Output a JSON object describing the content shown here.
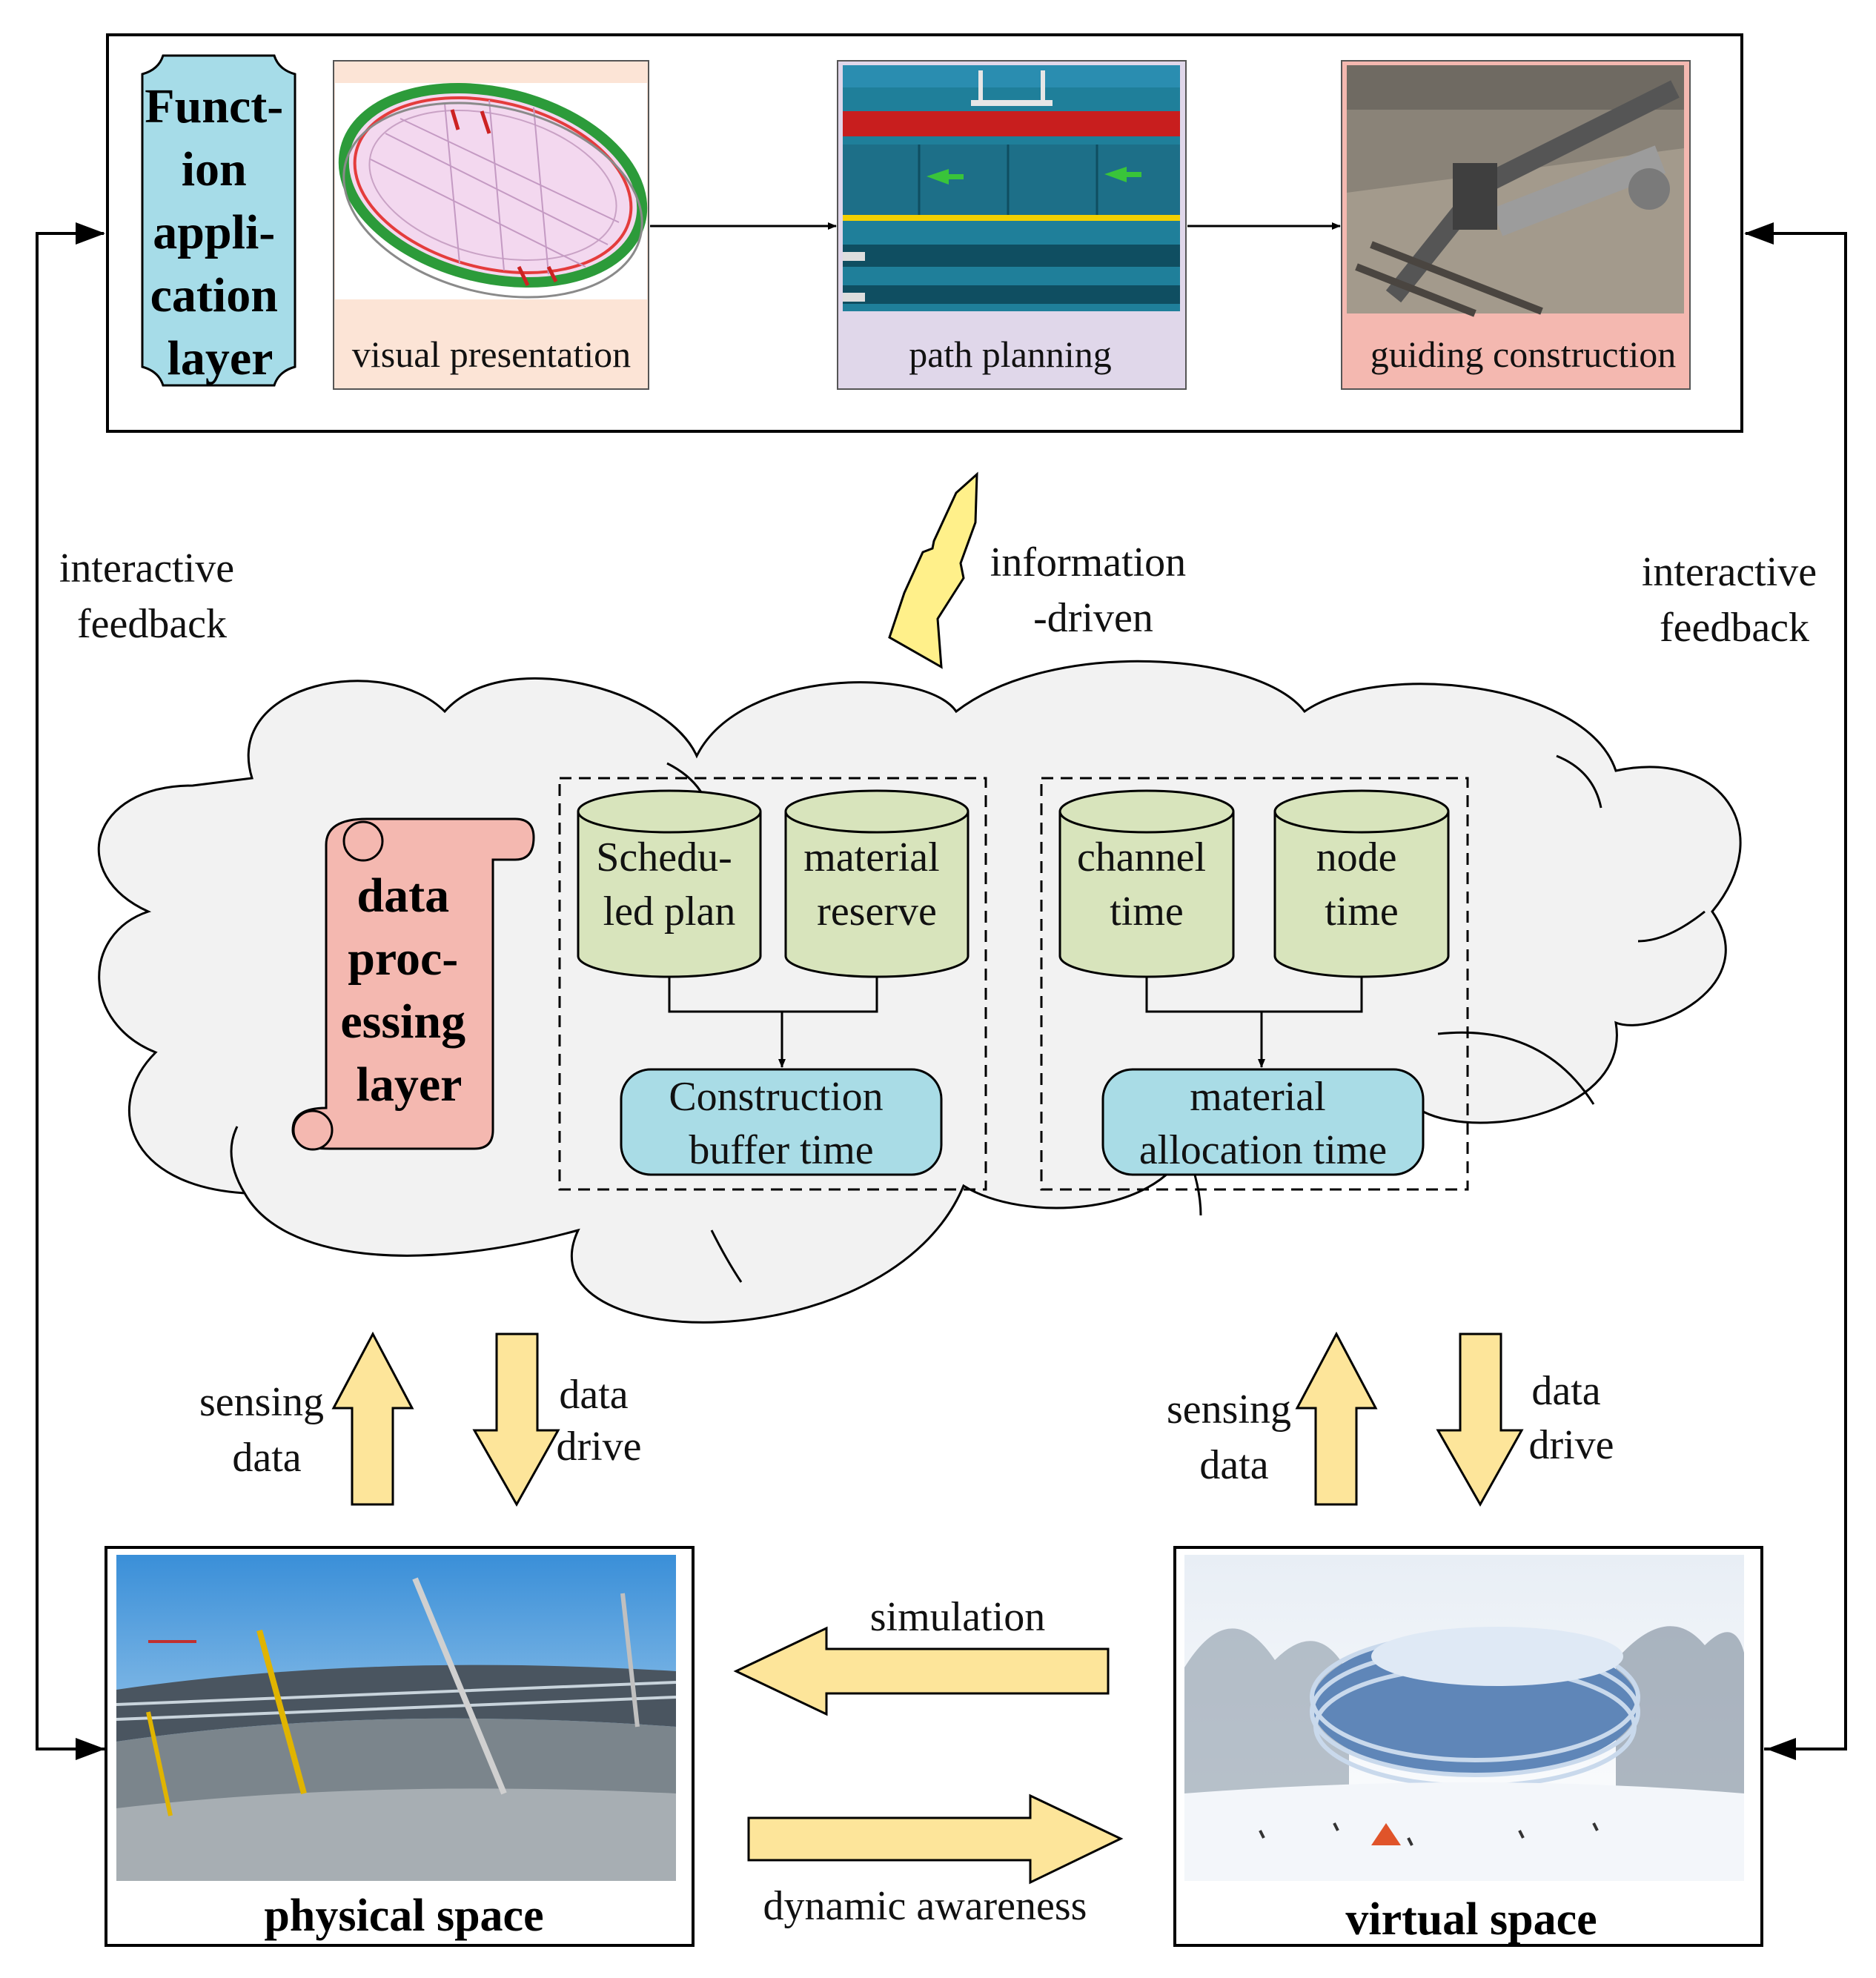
{
  "function_layer": {
    "title_lines": [
      "Funct-",
      "ion",
      "appli-",
      "cation",
      "layer"
    ],
    "panels": [
      {
        "caption": "visual presentation",
        "bg": "#fce4d6"
      },
      {
        "caption": "path planning",
        "bg": "#e0d7ea"
      },
      {
        "caption": "guiding construction",
        "bg": "#f4b8b0"
      }
    ]
  },
  "information_driven": [
    "information",
    "-driven"
  ],
  "interactive_feedback_left": [
    "interactive",
    "feedback"
  ],
  "interactive_feedback_right": [
    "interactive",
    "feedback"
  ],
  "data_layer": {
    "title_lines": [
      "data",
      "proc-",
      "essing",
      "layer"
    ],
    "group1": {
      "cyl1": [
        "Schedu-",
        "led plan"
      ],
      "cyl2": [
        "material",
        "reserve"
      ],
      "result": [
        "Construction",
        "buffer time"
      ]
    },
    "group2": {
      "cyl1": [
        "channel",
        "time"
      ],
      "cyl2": [
        "node",
        "time"
      ],
      "result": [
        "material",
        "allocation time"
      ]
    }
  },
  "left_links": {
    "sensing": [
      "sensing",
      "data"
    ],
    "drive": [
      "data",
      "drive"
    ]
  },
  "right_links": {
    "sensing": [
      "sensing",
      "data"
    ],
    "drive": [
      "data",
      "drive"
    ]
  },
  "physical_space": "physical space",
  "virtual_space": "virtual space",
  "simulation": "simulation",
  "dynamic_awareness": "dynamic awareness",
  "colors": {
    "cloud": "#f2f2f2",
    "cylinder": "#d8e4bc",
    "result_box": "#a9dce6",
    "function_title": "#a6dce8",
    "scroll": "#f4b8b0",
    "arrow": "#fde59a",
    "bolt": "#fff08a"
  }
}
